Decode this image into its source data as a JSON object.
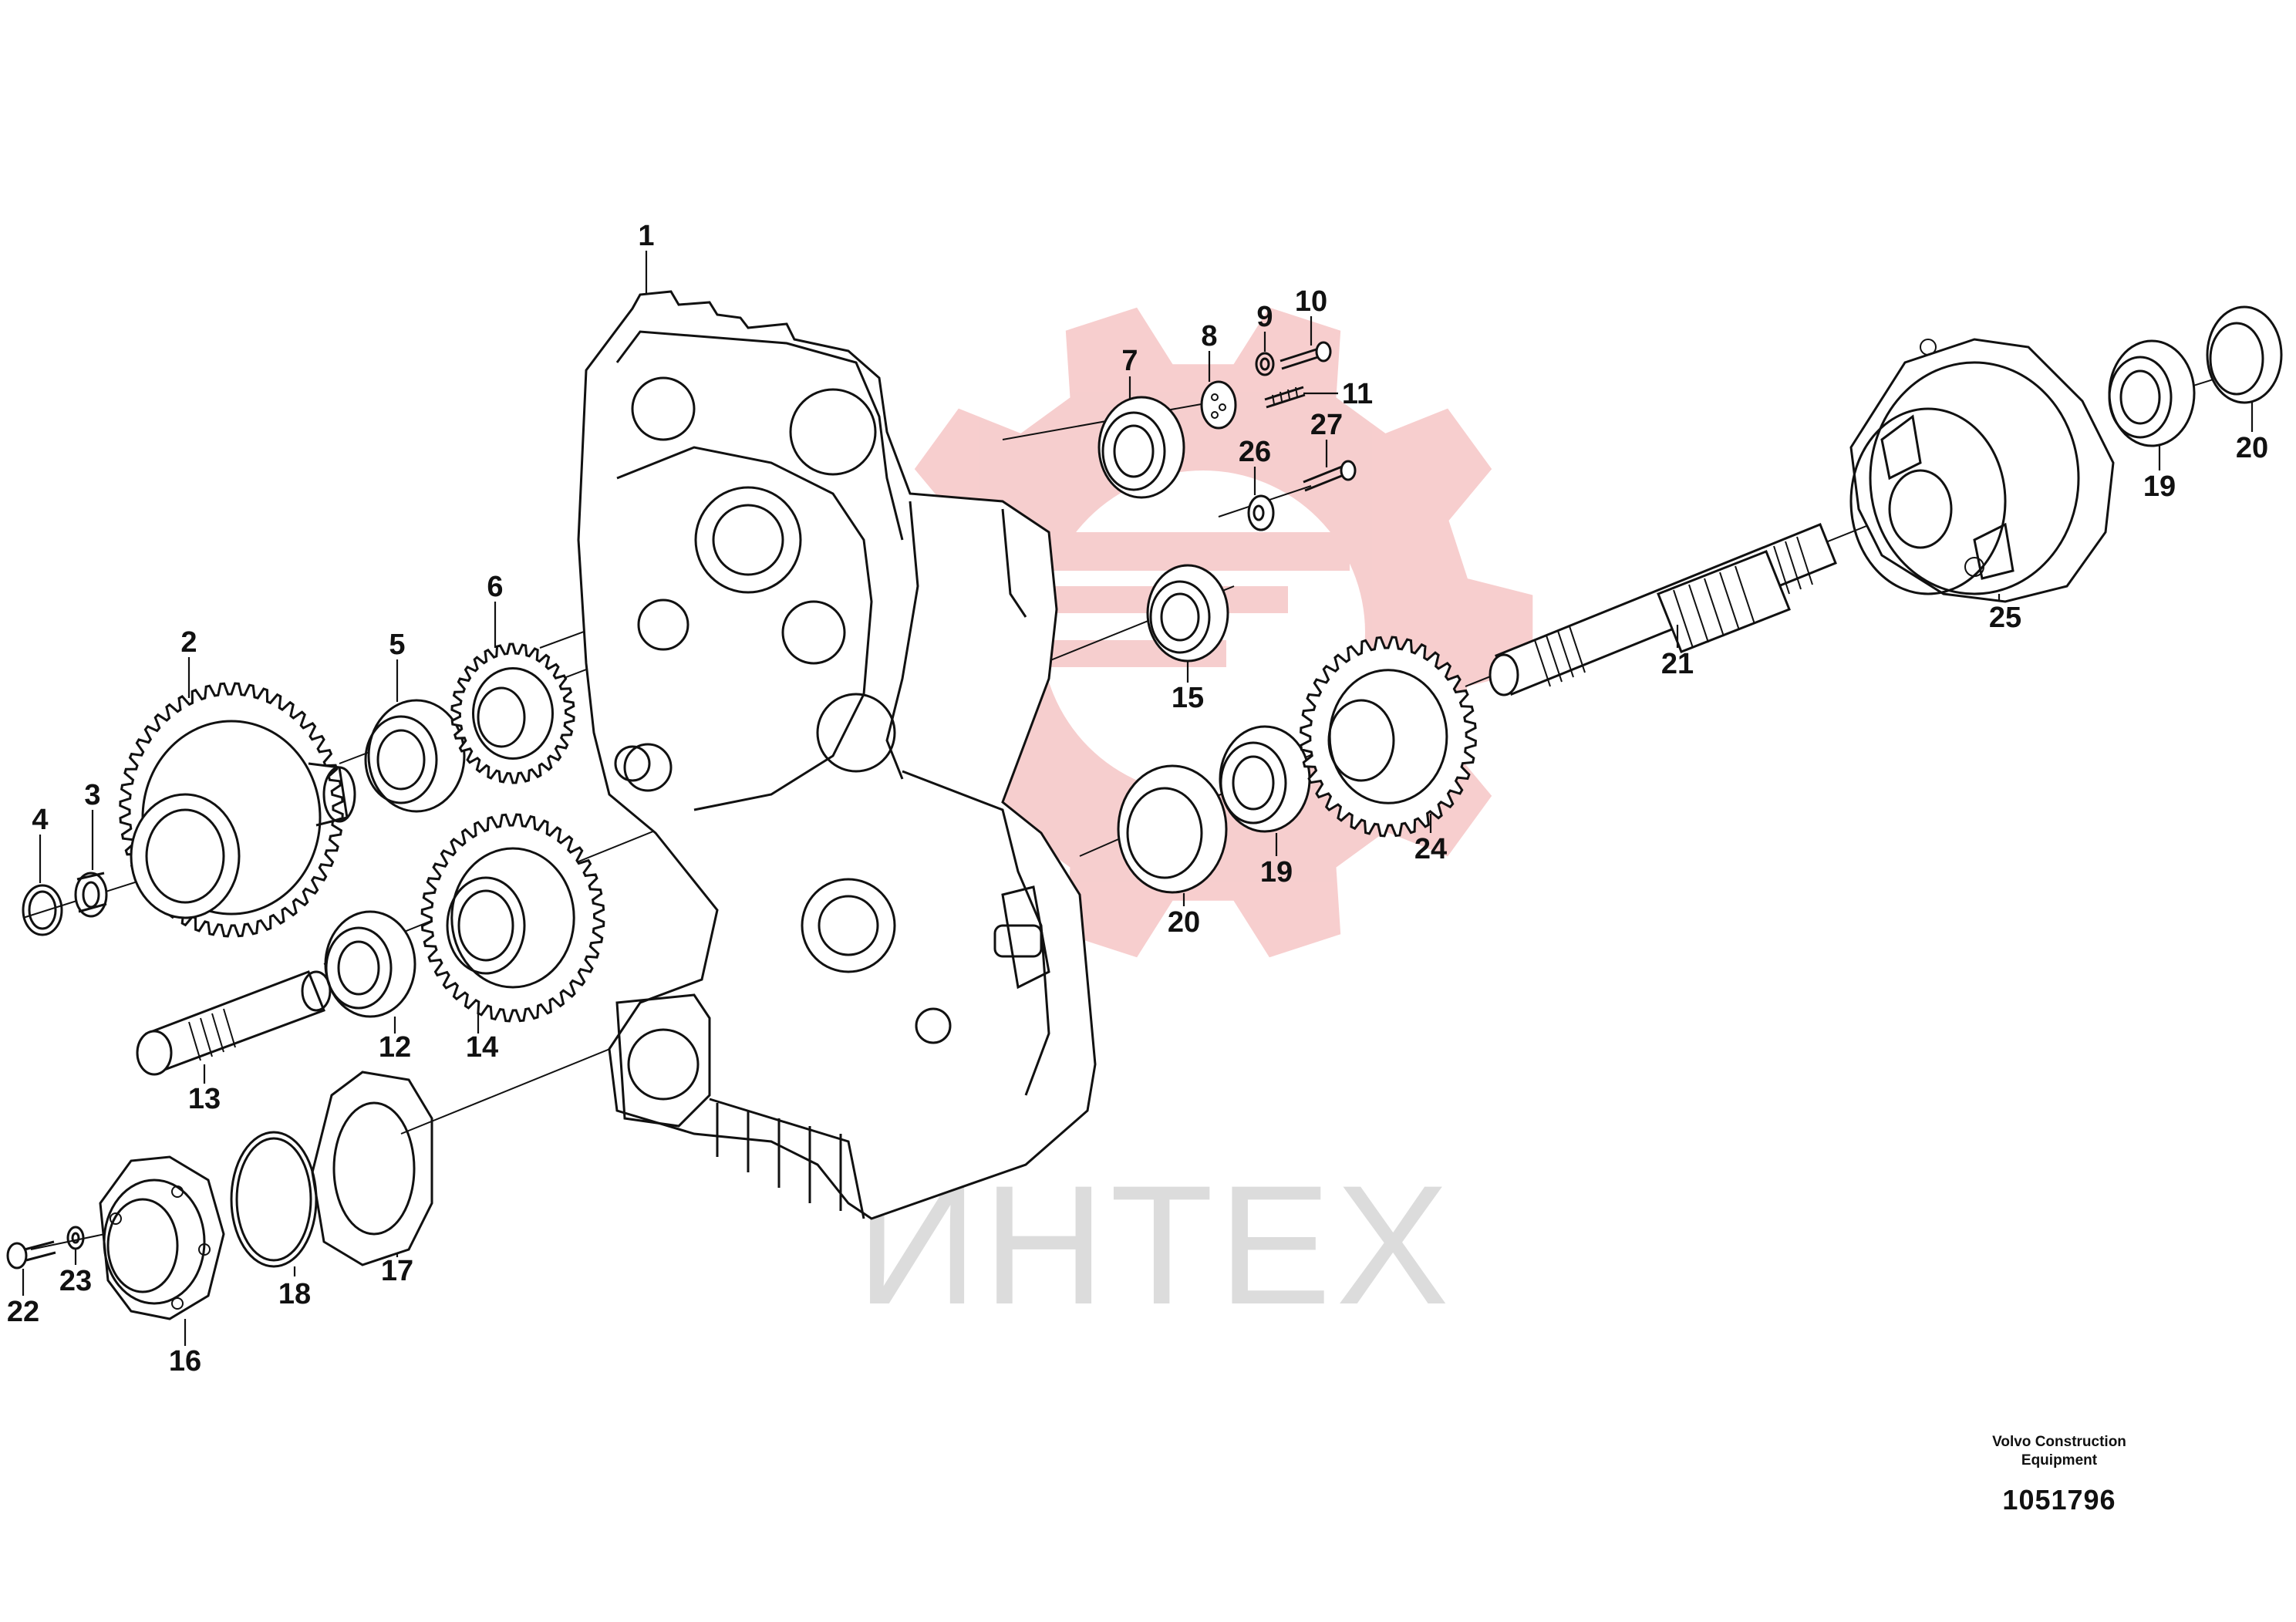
{
  "watermark": {
    "text": "ИНТЕХ",
    "gear_color": "#f6c9c9",
    "text_color": "#dcdcdc"
  },
  "credit": {
    "maker_line1": "Volvo Construction",
    "maker_line2": "Equipment",
    "drawing_number": "1051796"
  },
  "callouts": [
    {
      "id": "c1",
      "label": "1"
    },
    {
      "id": "c2",
      "label": "2"
    },
    {
      "id": "c3",
      "label": "3"
    },
    {
      "id": "c4",
      "label": "4"
    },
    {
      "id": "c5",
      "label": "5"
    },
    {
      "id": "c6",
      "label": "6"
    },
    {
      "id": "c7",
      "label": "7"
    },
    {
      "id": "c8",
      "label": "8"
    },
    {
      "id": "c9",
      "label": "9"
    },
    {
      "id": "c10",
      "label": "10"
    },
    {
      "id": "c11",
      "label": "11"
    },
    {
      "id": "c12",
      "label": "12"
    },
    {
      "id": "c13",
      "label": "13"
    },
    {
      "id": "c14",
      "label": "14"
    },
    {
      "id": "c15",
      "label": "15"
    },
    {
      "id": "c16",
      "label": "16"
    },
    {
      "id": "c17",
      "label": "17"
    },
    {
      "id": "c18",
      "label": "18"
    },
    {
      "id": "c19a",
      "label": "19"
    },
    {
      "id": "c19b",
      "label": "19"
    },
    {
      "id": "c20a",
      "label": "20"
    },
    {
      "id": "c20b",
      "label": "20"
    },
    {
      "id": "c21",
      "label": "21"
    },
    {
      "id": "c22",
      "label": "22"
    },
    {
      "id": "c23",
      "label": "23"
    },
    {
      "id": "c24",
      "label": "24"
    },
    {
      "id": "c25",
      "label": "25"
    },
    {
      "id": "c26",
      "label": "26"
    },
    {
      "id": "c27",
      "label": "27"
    }
  ]
}
